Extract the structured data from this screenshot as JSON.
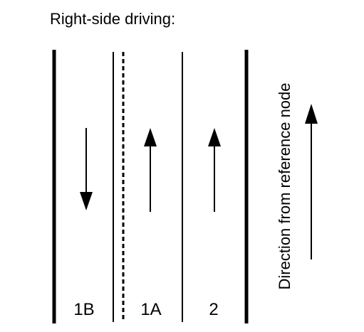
{
  "title": "Right-side driving:",
  "lanes": [
    {
      "label": "1B",
      "direction": "down"
    },
    {
      "label": "1A",
      "direction": "up"
    },
    {
      "label": "2",
      "direction": "up"
    }
  ],
  "reference_direction": {
    "label": "Direction from reference node",
    "direction": "up"
  },
  "colors": {
    "line": "#000000",
    "background": "#ffffff"
  }
}
